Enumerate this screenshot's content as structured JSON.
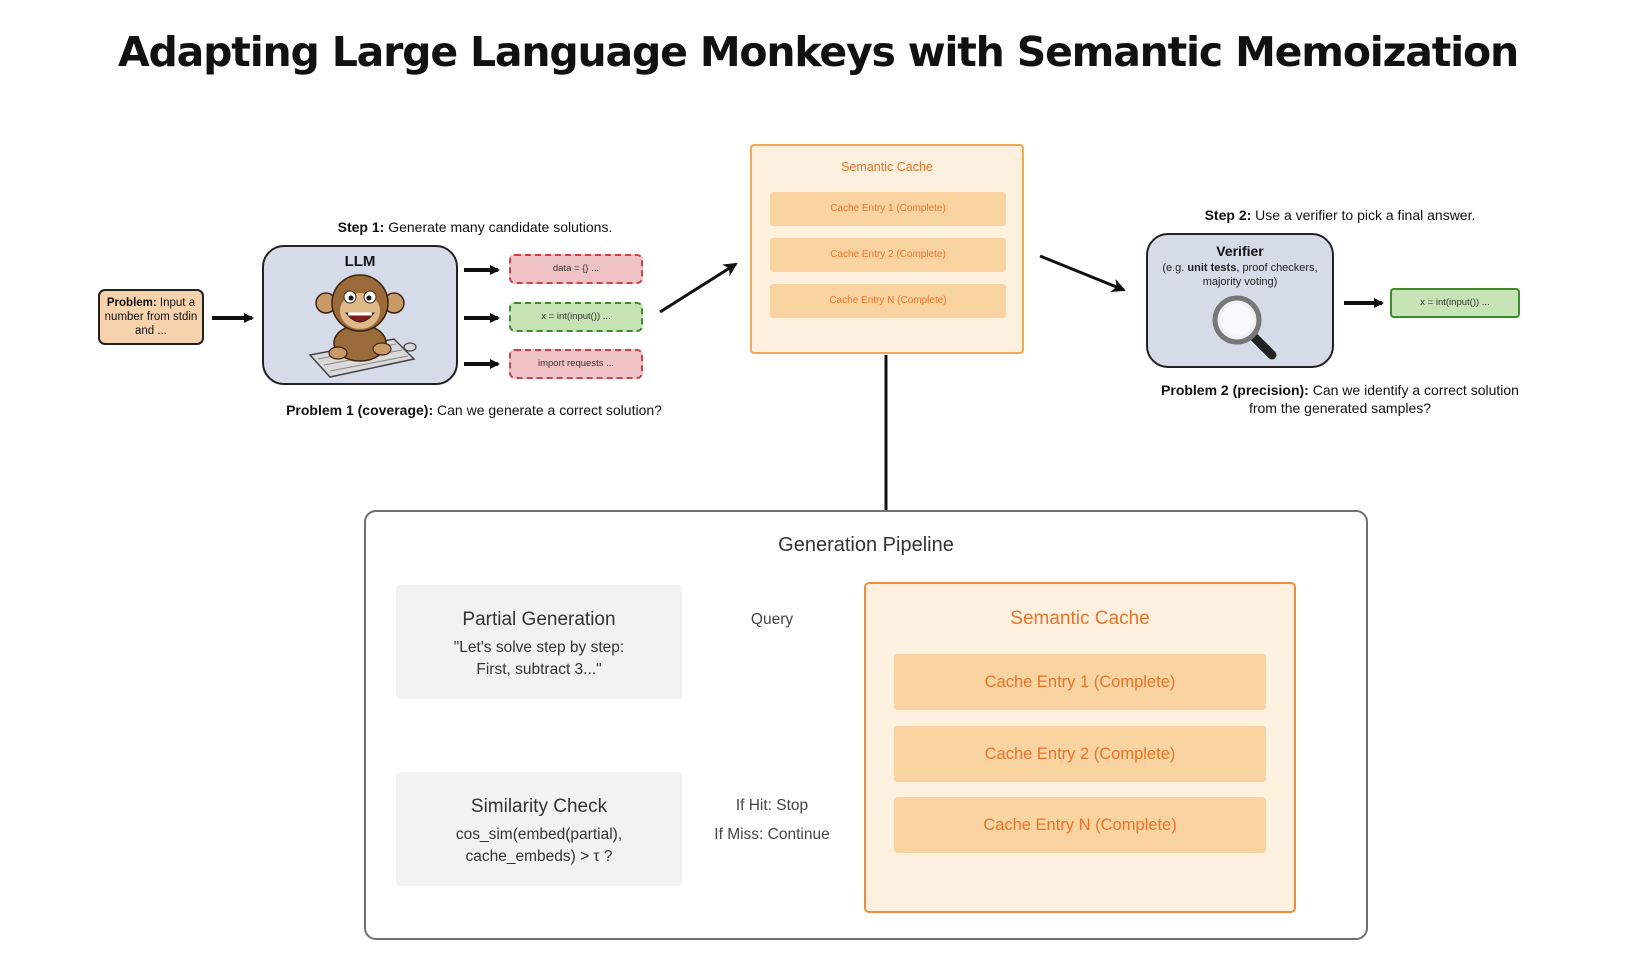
{
  "title": "Adapting Large Language Monkeys with Semantic Memoization",
  "top": {
    "step1": {
      "bold": "Step 1:",
      "text": " Generate many candidate solutions."
    },
    "problem_box": {
      "bold": "Problem:",
      "text": " Input a number from stdin and ..."
    },
    "llm_label": "LLM",
    "candidates": [
      "data = {} ...",
      "x = int(input()) ...",
      "import requests ..."
    ],
    "problem1": {
      "bold": "Problem 1 (coverage):",
      "text": " Can we generate a correct solution?"
    },
    "semantic_cache": {
      "title": "Semantic Cache",
      "entries": [
        "Cache Entry 1 (Complete)",
        "Cache Entry 2 (Complete)",
        "Cache Entry N (Complete)"
      ]
    },
    "step2": {
      "bold": "Step 2:",
      "text": " Use a verifier to pick a final answer."
    },
    "verifier": {
      "title": "Verifier",
      "desc_prefix": "(e.g. ",
      "desc_bold": "unit tests",
      "desc_suffix": ", proof checkers, majority voting)"
    },
    "final_answer": "x = int(input()) ...",
    "problem2": {
      "bold": "Problem 2 (precision):",
      "text": " Can we identify a correct solution from the generated samples?"
    }
  },
  "pipeline": {
    "title": "Generation Pipeline",
    "partial_generation": {
      "title": "Partial Generation",
      "body_line1": "\"Let's solve step by step:",
      "body_line2": "First, subtract 3...\""
    },
    "similarity_check": {
      "title": "Similarity Check",
      "body_line1": "cos_sim(embed(partial),",
      "body_line2": "cache_embeds) > τ ?"
    },
    "query_label": "Query",
    "hit_label": "If Hit: Stop",
    "miss_label": "If Miss: Continue",
    "semantic_cache": {
      "title": "Semantic Cache",
      "entries": [
        "Cache Entry 1 (Complete)",
        "Cache Entry 2 (Complete)",
        "Cache Entry N (Complete)"
      ]
    }
  },
  "colors": {
    "orange_text": "#e8742a",
    "cache_fill": "#fdf0df",
    "entry_fill": "#f9d3a0",
    "llm_fill": "#d5dbe8",
    "problem_fill": "#f6d2ad",
    "red_candidate": "#efc2c6",
    "green_candidate": "#c7e4b6"
  }
}
